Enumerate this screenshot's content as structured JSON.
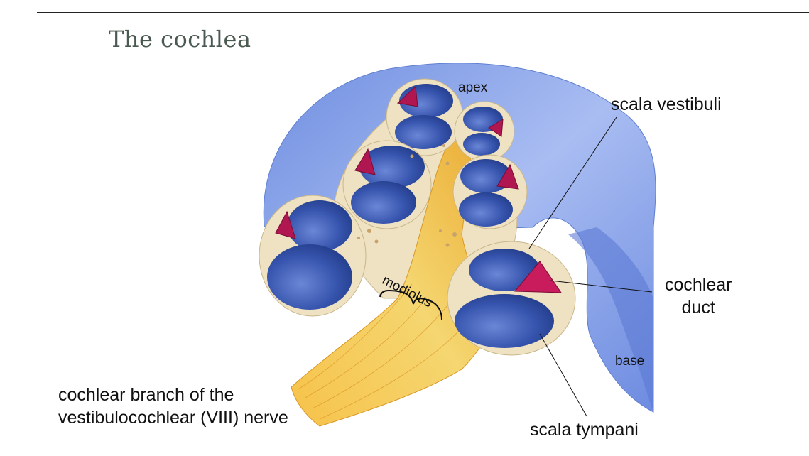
{
  "slide_title": "The cochlea",
  "labels": {
    "apex": "apex",
    "scala_vestibuli": "scala vestibuli",
    "cochlear_duct_line1": "cochlear",
    "cochlear_duct_line2": "duct",
    "modiolus": "modiolus",
    "base": "base",
    "nerve_line1": "cochlear branch of the",
    "nerve_line2": "vestibulocochlear (VIII) nerve",
    "scala_tympani": "scala tympani"
  },
  "colors": {
    "outer_shell": "#8aa2e8",
    "chamber": "#2f4ea8",
    "chamber_light": "#4d6bc6",
    "bone_wall": "#efe2c3",
    "nerve": "#f2b53c",
    "duct": "#b0164f",
    "title_text": "#4b5a50"
  }
}
